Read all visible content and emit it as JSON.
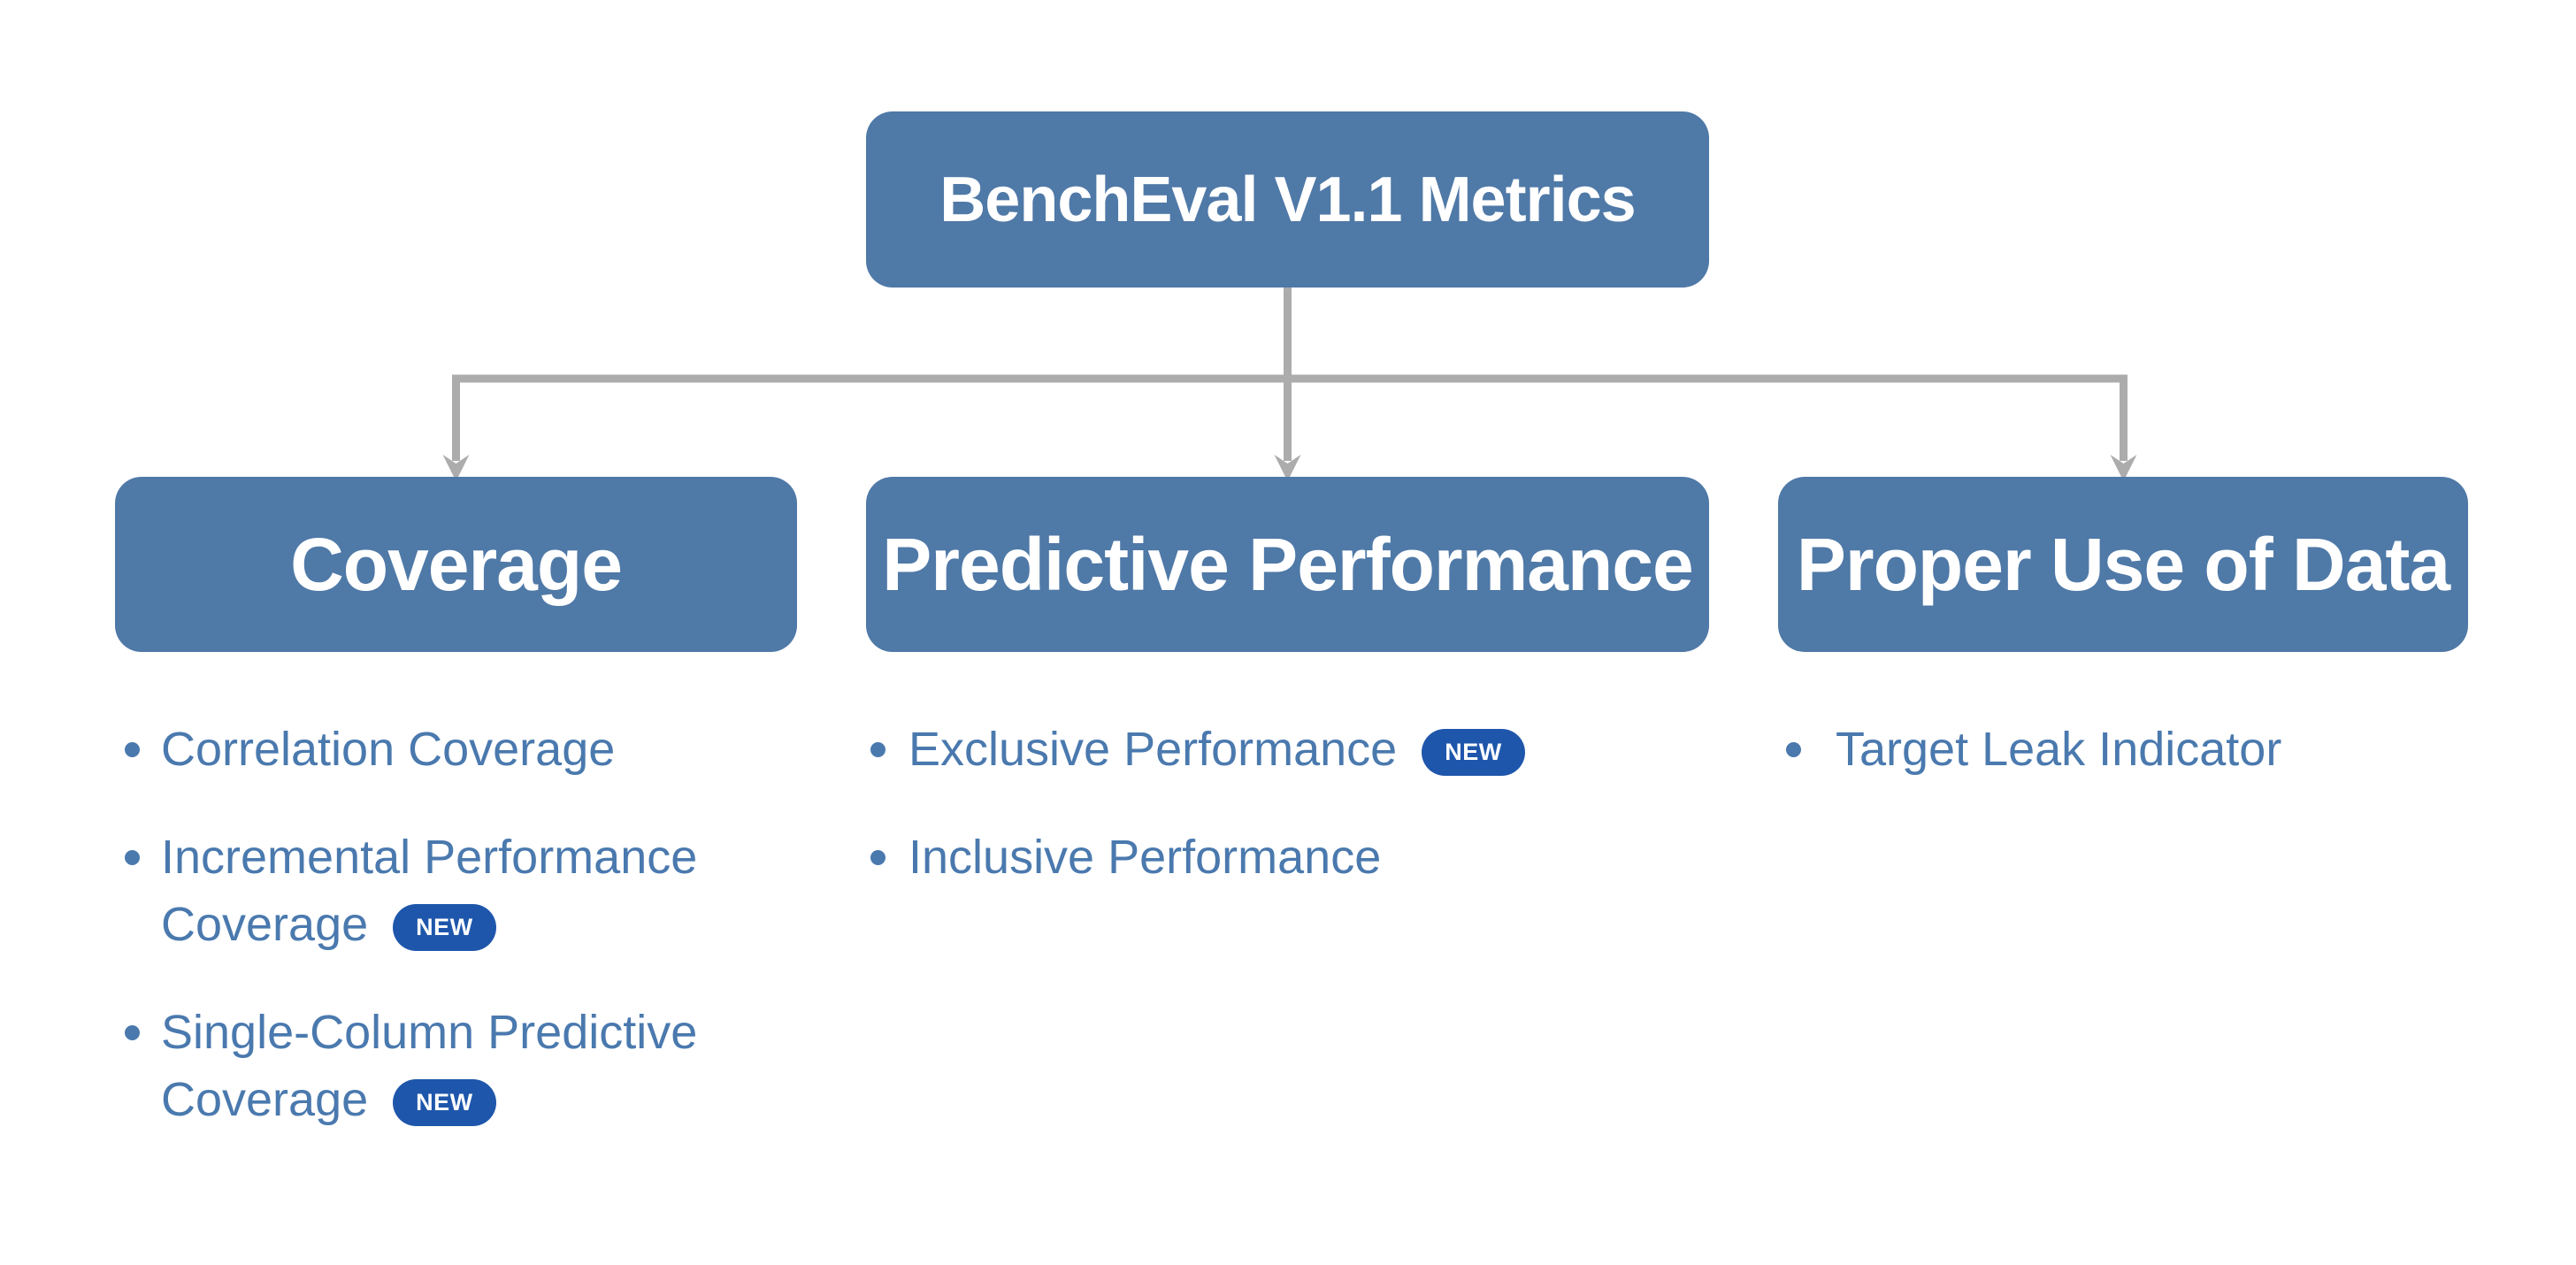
{
  "root": {
    "label": "BenchEval V1.1 Metrics"
  },
  "colors": {
    "box_blue": "#4F79A7",
    "item_text_blue": "#4A79AE",
    "badge_blue": "#1E56AB",
    "badge_text": "#FFFFFF",
    "connector_gray": "#ACACAC",
    "header_text": "#FFFFFF",
    "background": "#FFFFFF"
  },
  "branches": [
    {
      "label": "Coverage",
      "items": [
        {
          "label": "Correlation Coverage",
          "badge": null
        },
        {
          "label": "Incremental Performance Coverage",
          "badge": "NEW"
        },
        {
          "label": "Single-Column Predictive Coverage",
          "badge": "NEW"
        }
      ]
    },
    {
      "label": "Predictive Performance",
      "items": [
        {
          "label": "Exclusive Performance",
          "badge": "NEW"
        },
        {
          "label": "Inclusive Performance",
          "badge": null
        }
      ]
    },
    {
      "label": "Proper Use of Data",
      "items": [
        {
          "label": "Target Leak Indicator",
          "badge": null
        }
      ]
    }
  ]
}
